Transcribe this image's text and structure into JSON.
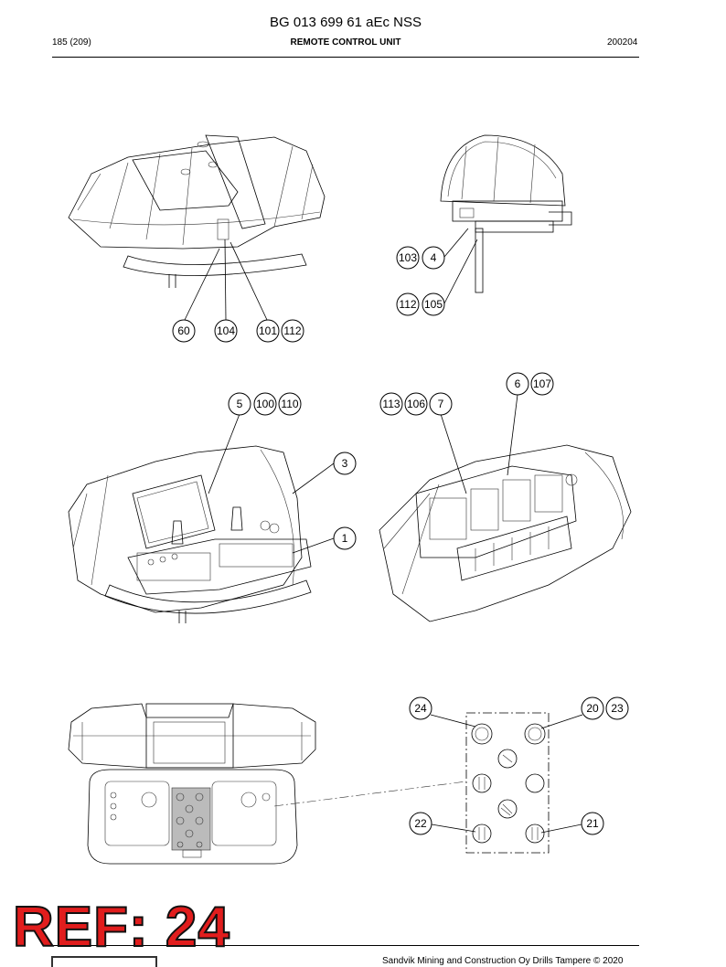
{
  "header": {
    "doc_id": "BG 013 699 61 aEc NSS",
    "page": "185 (209)",
    "section": "REMOTE CONTROL UNIT",
    "date": "200204"
  },
  "callouts": [
    "60",
    "104",
    "101",
    "112",
    "103",
    "4",
    "112",
    "105",
    "5",
    "100",
    "110",
    "113",
    "106",
    "7",
    "6",
    "107",
    "3",
    "1",
    "24",
    "20",
    "23",
    "22",
    "21"
  ],
  "ref_stamp": "REF: 24",
  "footer": "Sandvik Mining and Construction Oy Drills Tampere © 2020"
}
